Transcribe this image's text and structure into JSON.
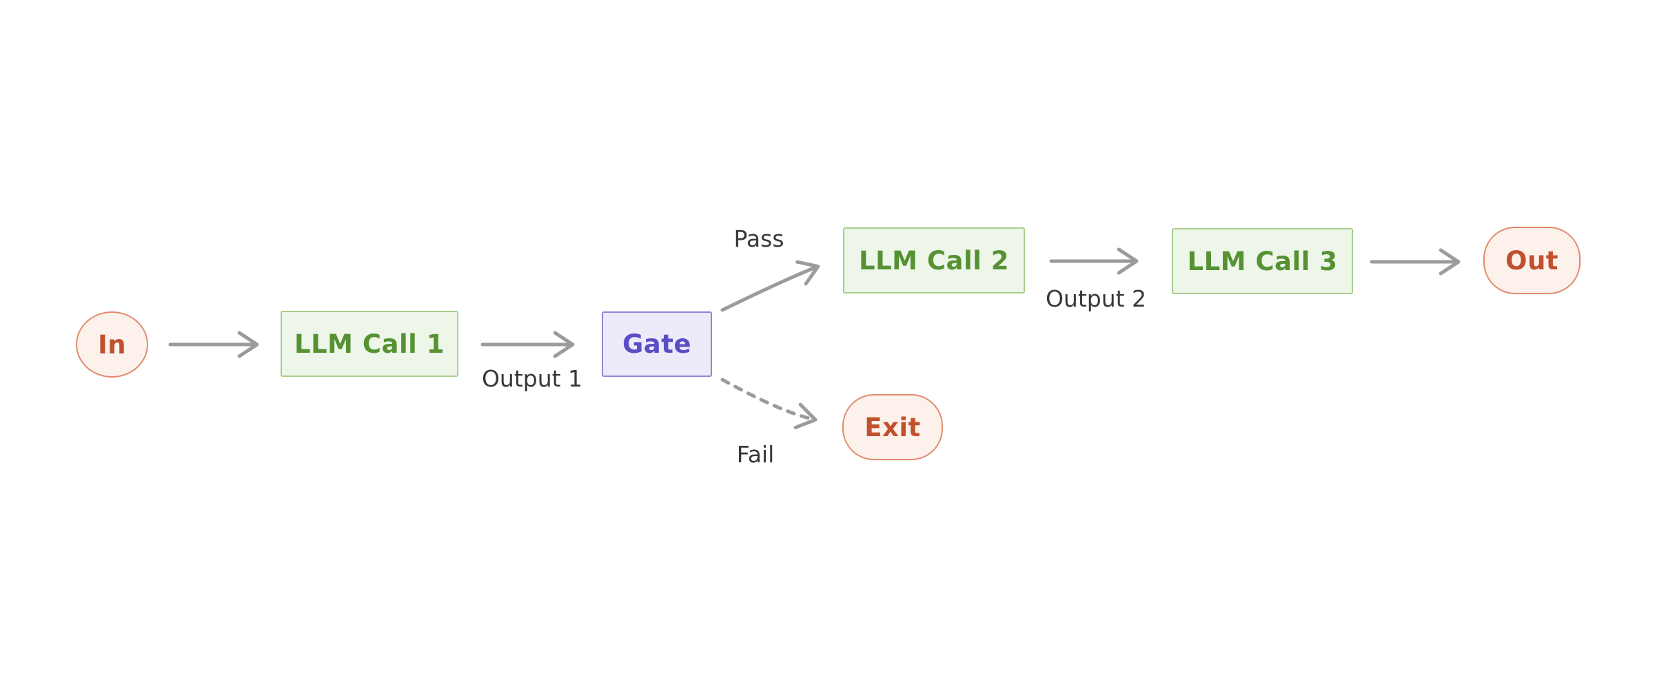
{
  "diagram_type": "flowchart",
  "nodes": {
    "in": {
      "label": "In",
      "shape": "ellipse",
      "role": "input-terminal"
    },
    "llm1": {
      "label": "LLM Call 1",
      "shape": "rectangle",
      "role": "process"
    },
    "gate": {
      "label": "Gate",
      "shape": "rectangle",
      "role": "decision"
    },
    "llm2": {
      "label": "LLM Call 2",
      "shape": "rectangle",
      "role": "process"
    },
    "llm3": {
      "label": "LLM Call 3",
      "shape": "rectangle",
      "role": "process"
    },
    "out": {
      "label": "Out",
      "shape": "rounded-pill",
      "role": "output-terminal"
    },
    "exit": {
      "label": "Exit",
      "shape": "rounded-pill",
      "role": "exit-terminal"
    }
  },
  "edges": {
    "in_llm1": {
      "from": "In",
      "to": "LLM Call 1",
      "label": "",
      "style": "solid",
      "curved": false
    },
    "llm1_gate": {
      "from": "LLM Call 1",
      "to": "Gate",
      "label": "Output 1",
      "style": "solid",
      "curved": false
    },
    "gate_llm2": {
      "from": "Gate",
      "to": "LLM Call 2",
      "label": "Pass",
      "style": "solid",
      "curved": true
    },
    "gate_exit": {
      "from": "Gate",
      "to": "Exit",
      "label": "Fail",
      "style": "dashed",
      "curved": true
    },
    "llm2_llm3": {
      "from": "LLM Call 2",
      "to": "LLM Call 3",
      "label": "Output 2",
      "style": "solid",
      "curved": false
    },
    "llm3_out": {
      "from": "LLM Call 3",
      "to": "Out",
      "label": "",
      "style": "solid",
      "curved": false
    }
  },
  "colors": {
    "background": "#ffffff",
    "green_fill": "#edf6e8",
    "green_border": "#a7ce8e",
    "green_text": "#569133",
    "purple_fill": "#edebf9",
    "purple_border": "#8f87d8",
    "purple_text": "#5b4ec4",
    "pink_fill": "#fdf1ec",
    "pink_border": "#e18a6e",
    "pink_text": "#c1512d",
    "arrow": "#9b9b9b",
    "label_text": "#383838"
  }
}
